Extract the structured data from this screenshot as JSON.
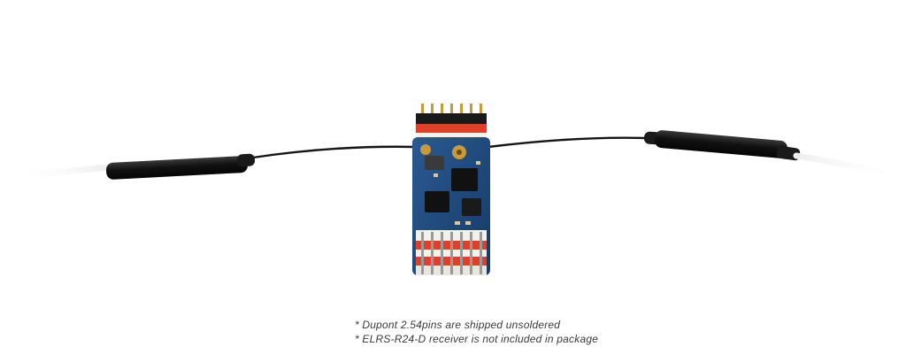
{
  "product_photo": {
    "subject": "receiver-board-with-two-antennas",
    "colors": {
      "background": "#ffffff",
      "pcb": "#1e4a7a",
      "pin_header_red": "#e0402a",
      "pin_header_white": "#f4f1ec",
      "antenna_cable": "#151515",
      "gold_pin": "#c89a3a"
    }
  },
  "notes": [
    "* Dupont 2.54pins are shipped unsoldered",
    "* ELRS-R24-D receiver is not included in package"
  ]
}
